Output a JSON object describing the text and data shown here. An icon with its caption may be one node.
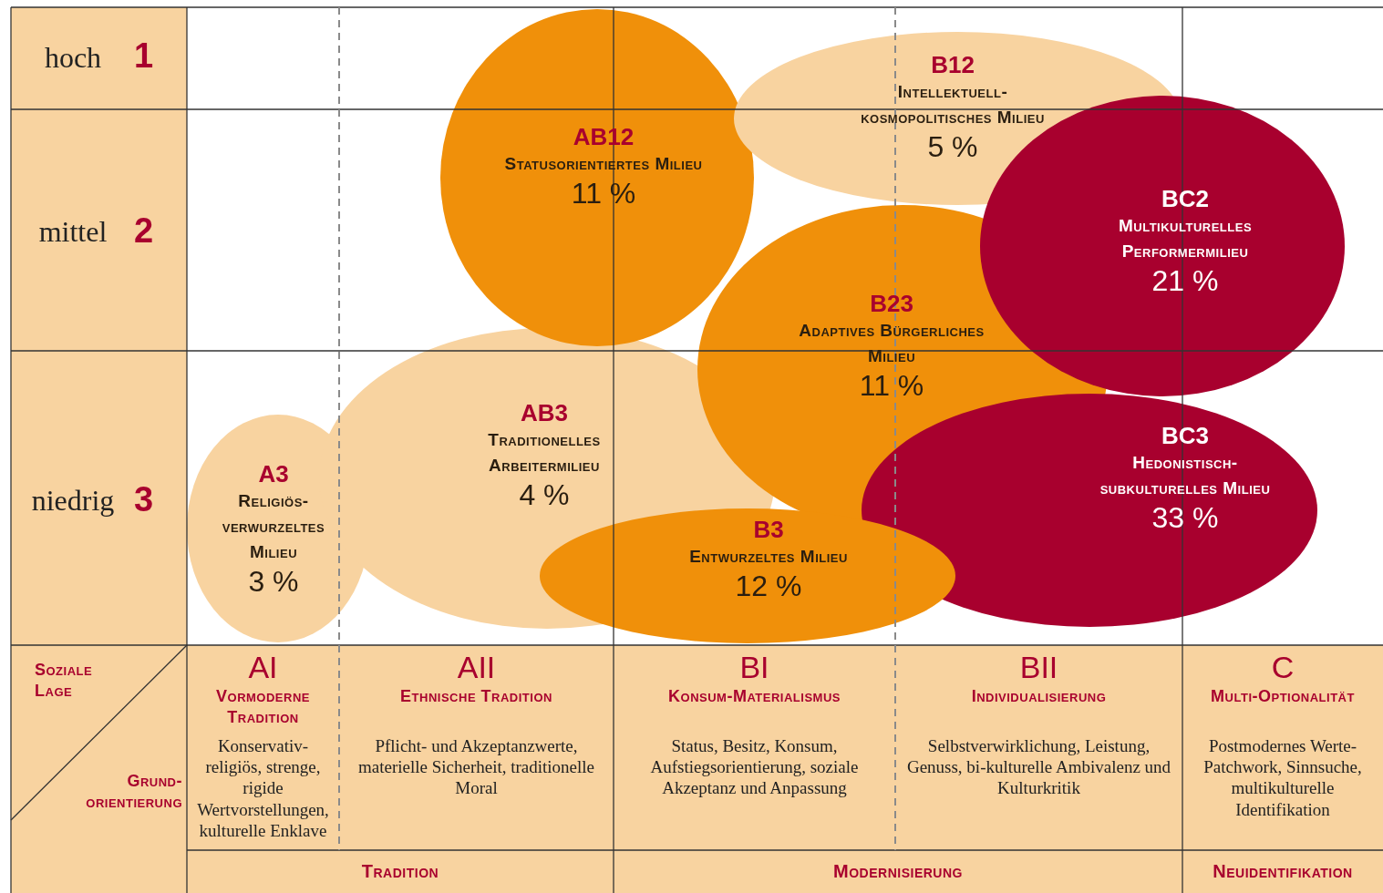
{
  "diagram": {
    "nodes": [
      {
        "text": [
          "B12",
          "Intellektuell-kosmopolitisches Milieu",
          "5 %"
        ]
      },
      {
        "text": [
          "AB12",
          "Statusorientiertes Milieu",
          "11 %"
        ]
      },
      {
        "text": [
          "BC2",
          "Multikulturelles Performermilieu",
          "21 %"
        ]
      },
      {
        "text": [
          "B23",
          "Adaptives Bürgerliches Milieu",
          "11 %"
        ]
      },
      {
        "text": [
          "AB3",
          "Traditionelles Arbeitermilieu",
          "4 %"
        ]
      },
      {
        "text": [
          "BC3",
          "Hedonistisch-subkulturelles Milieu",
          "33 %"
        ]
      },
      {
        "text": [
          "A3",
          "Religiös-verwurzeltes Milieu",
          "3 %"
        ]
      },
      {
        "text": [
          "B3",
          "Entwurzeltes Milieu",
          "12 %"
        ]
      }
    ],
    "labels": [
      "hoch",
      "1",
      "mittel",
      "2",
      "niedrig",
      "3",
      "Soziale Lage",
      "Grund-orientierung",
      "AI",
      "AII",
      "BI",
      "BII",
      "C",
      "Vormoderne Tradition",
      "Ethnische Tradition",
      "Konsum-Materialismus",
      "Individualisierung",
      "Multi-Optionalität",
      "Konservativ-religiös, strenge, rigide Wertvorstellungen, kulturelle Enklave",
      "Pflicht- und Akzeptanzwerte, materielle Sicherheit, traditionelle Moral",
      "Status, Besitz, Konsum, Aufstiegsorientierung, soziale Akzeptanz und Anpassung",
      "Selbstverwirklichung, Leistung, Genuss, bi-kulturelle Ambivalenz und Kulturkritik",
      "Postmodernes Werte-Patchwork, Sinnsuche, multikulturelle Identifikation",
      "Tradition",
      "Modernisierung",
      "Neuidentifikation"
    ]
  }
}
